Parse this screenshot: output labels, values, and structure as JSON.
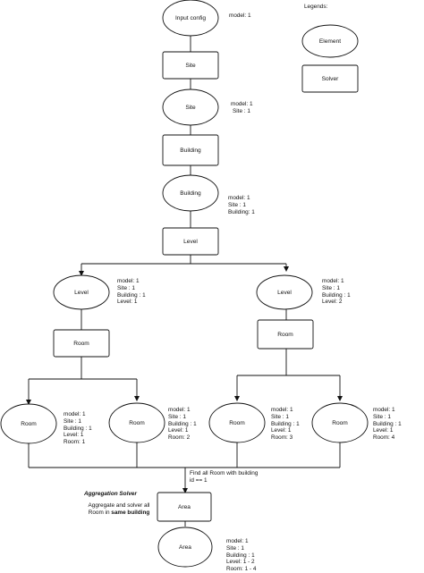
{
  "legend": {
    "title": "Legends:",
    "element_label": "Element",
    "solver_label": "Solver"
  },
  "nodes": {
    "input_config": "Input config",
    "site_solver": "Site",
    "site_element": "Site",
    "building_solver": "Building",
    "building_element": "Building",
    "level_solver": "Level",
    "level_left": "Level",
    "level_right": "Level",
    "room_solver_left": "Room",
    "room_solver_right": "Room",
    "room1": "Room",
    "room2": "Room",
    "room3": "Room",
    "room4": "Room",
    "area_solver": "Area",
    "area_element": "Area"
  },
  "annotations": {
    "input_config": [
      "model: 1"
    ],
    "site": [
      "model: 1",
      "Site : 1"
    ],
    "building": [
      "model: 1",
      "Site : 1",
      "Building: 1"
    ],
    "level_left": [
      "model: 1",
      "Site : 1",
      "Building : 1",
      "Level: 1"
    ],
    "level_right": [
      "model: 1",
      "Site : 1",
      "Building : 1",
      "Level: 2"
    ],
    "room1": [
      "model: 1",
      "Site : 1",
      "Building : 1",
      "Level: 1",
      "Room: 1"
    ],
    "room2": [
      "model: 1",
      "Site : 1",
      "Building : 1",
      "Level: 1",
      "Room: 2"
    ],
    "room3": [
      "model: 1",
      "Site : 1",
      "Building : 1",
      "Level: 1",
      "Room: 3"
    ],
    "room4": [
      "model: 1",
      "Site : 1",
      "Building : 1",
      "Level: 1",
      "Room: 4"
    ],
    "area": [
      "model: 1",
      "Site : 1",
      "Building : 1",
      "Level: 1 - 2",
      "Room: 1 - 4"
    ]
  },
  "find_note": [
    "Find all Room with building",
    "id == 1"
  ],
  "aggregation": {
    "title": "Aggregation Solver",
    "line1": "Aggregate and solver all",
    "line2_prefix": "Room in ",
    "line2_bold": "same building"
  },
  "colors": {
    "stroke": "#111111",
    "fill": "#ffffff"
  }
}
